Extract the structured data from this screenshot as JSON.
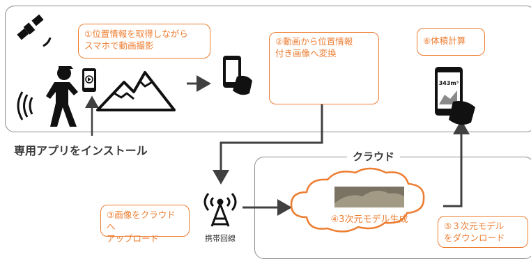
{
  "callouts": {
    "step1": "①位置情報を取得しながら\nスマホで動画撮影",
    "step2": "②動画から位置情報\n付き画像へ変換",
    "step3": "③画像をクラウドへ\nアップロード",
    "step4": "④3次元モデル生成",
    "step5": "⑤３次元モデル\nをダウンロード",
    "step6": "⑥体積計算"
  },
  "labels": {
    "app_install": "専用アプリをインストール",
    "cloud": "クラウド",
    "antenna": "携帯回線",
    "volume": "343m³"
  },
  "colors": {
    "accent": "#ed7d31",
    "icon": "#111111",
    "frame": "#8c8c8c",
    "arrow": "#404040",
    "arrow_light": "#bfbfbf"
  }
}
